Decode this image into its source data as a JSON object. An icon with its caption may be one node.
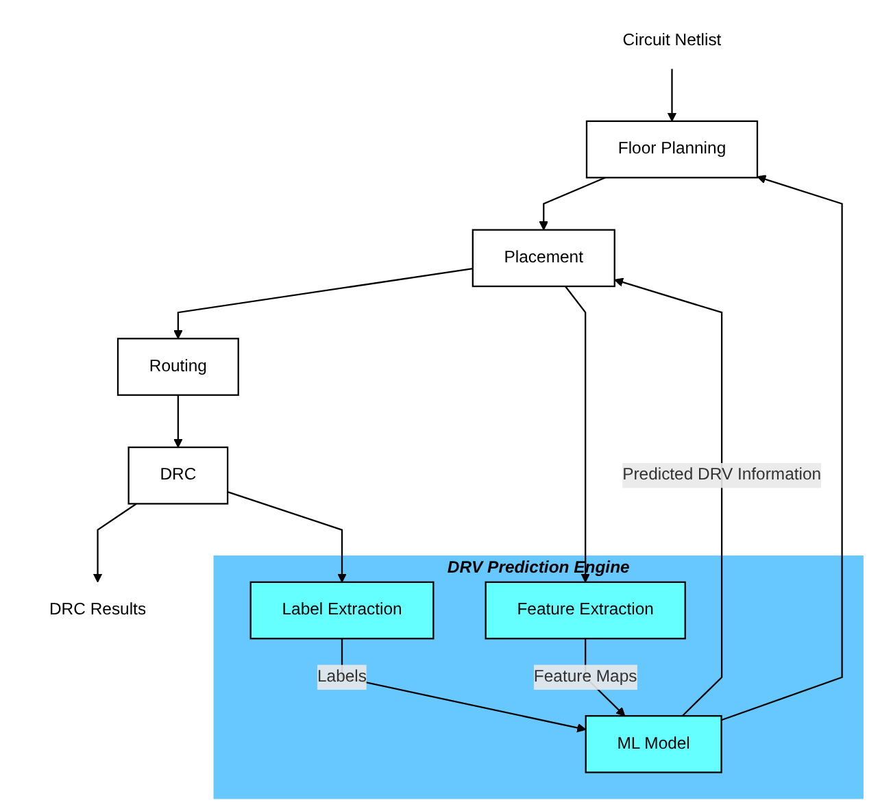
{
  "diagram": {
    "nodes": [
      {
        "text": [
          "Circuit Netlist"
        ]
      },
      {
        "text": [
          "Floor Planning"
        ]
      },
      {
        "text": [
          "Placement"
        ]
      },
      {
        "text": [
          "Routing"
        ]
      },
      {
        "text": [
          "DRC"
        ]
      },
      {
        "text": [
          "DRC Results"
        ]
      },
      {
        "text": [
          "DRV Prediction Engine"
        ]
      },
      {
        "text": [
          "Feature Extraction"
        ],
        "in": 6
      },
      {
        "text": [
          "ML Model"
        ],
        "in": 6
      },
      {
        "text": [
          "Label Extraction"
        ],
        "in": 6
      }
    ],
    "edges": [
      {
        "from": 0,
        "to": 1,
        "arrow": "to"
      },
      {
        "from": 1,
        "to": 2,
        "arrow": "to"
      },
      {
        "from": 2,
        "to": 3,
        "arrow": "to"
      },
      {
        "from": 3,
        "to": 4,
        "arrow": "to"
      },
      {
        "from": 4,
        "to": 5,
        "arrow": "to"
      },
      {
        "from": 2,
        "to": 7,
        "arrow": "to"
      },
      {
        "from": 7,
        "to": 8,
        "arrow": "to",
        "label": "Feature Maps"
      },
      {
        "from": 8,
        "to": 1,
        "arrow": "to"
      },
      {
        "from": 8,
        "to": 2,
        "arrow": "to",
        "label": "Predicted DRV Information"
      },
      {
        "from": 4,
        "to": 9,
        "arrow": "to"
      },
      {
        "from": 9,
        "to": 8,
        "arrow": "to",
        "label": "Labels"
      }
    ]
  }
}
